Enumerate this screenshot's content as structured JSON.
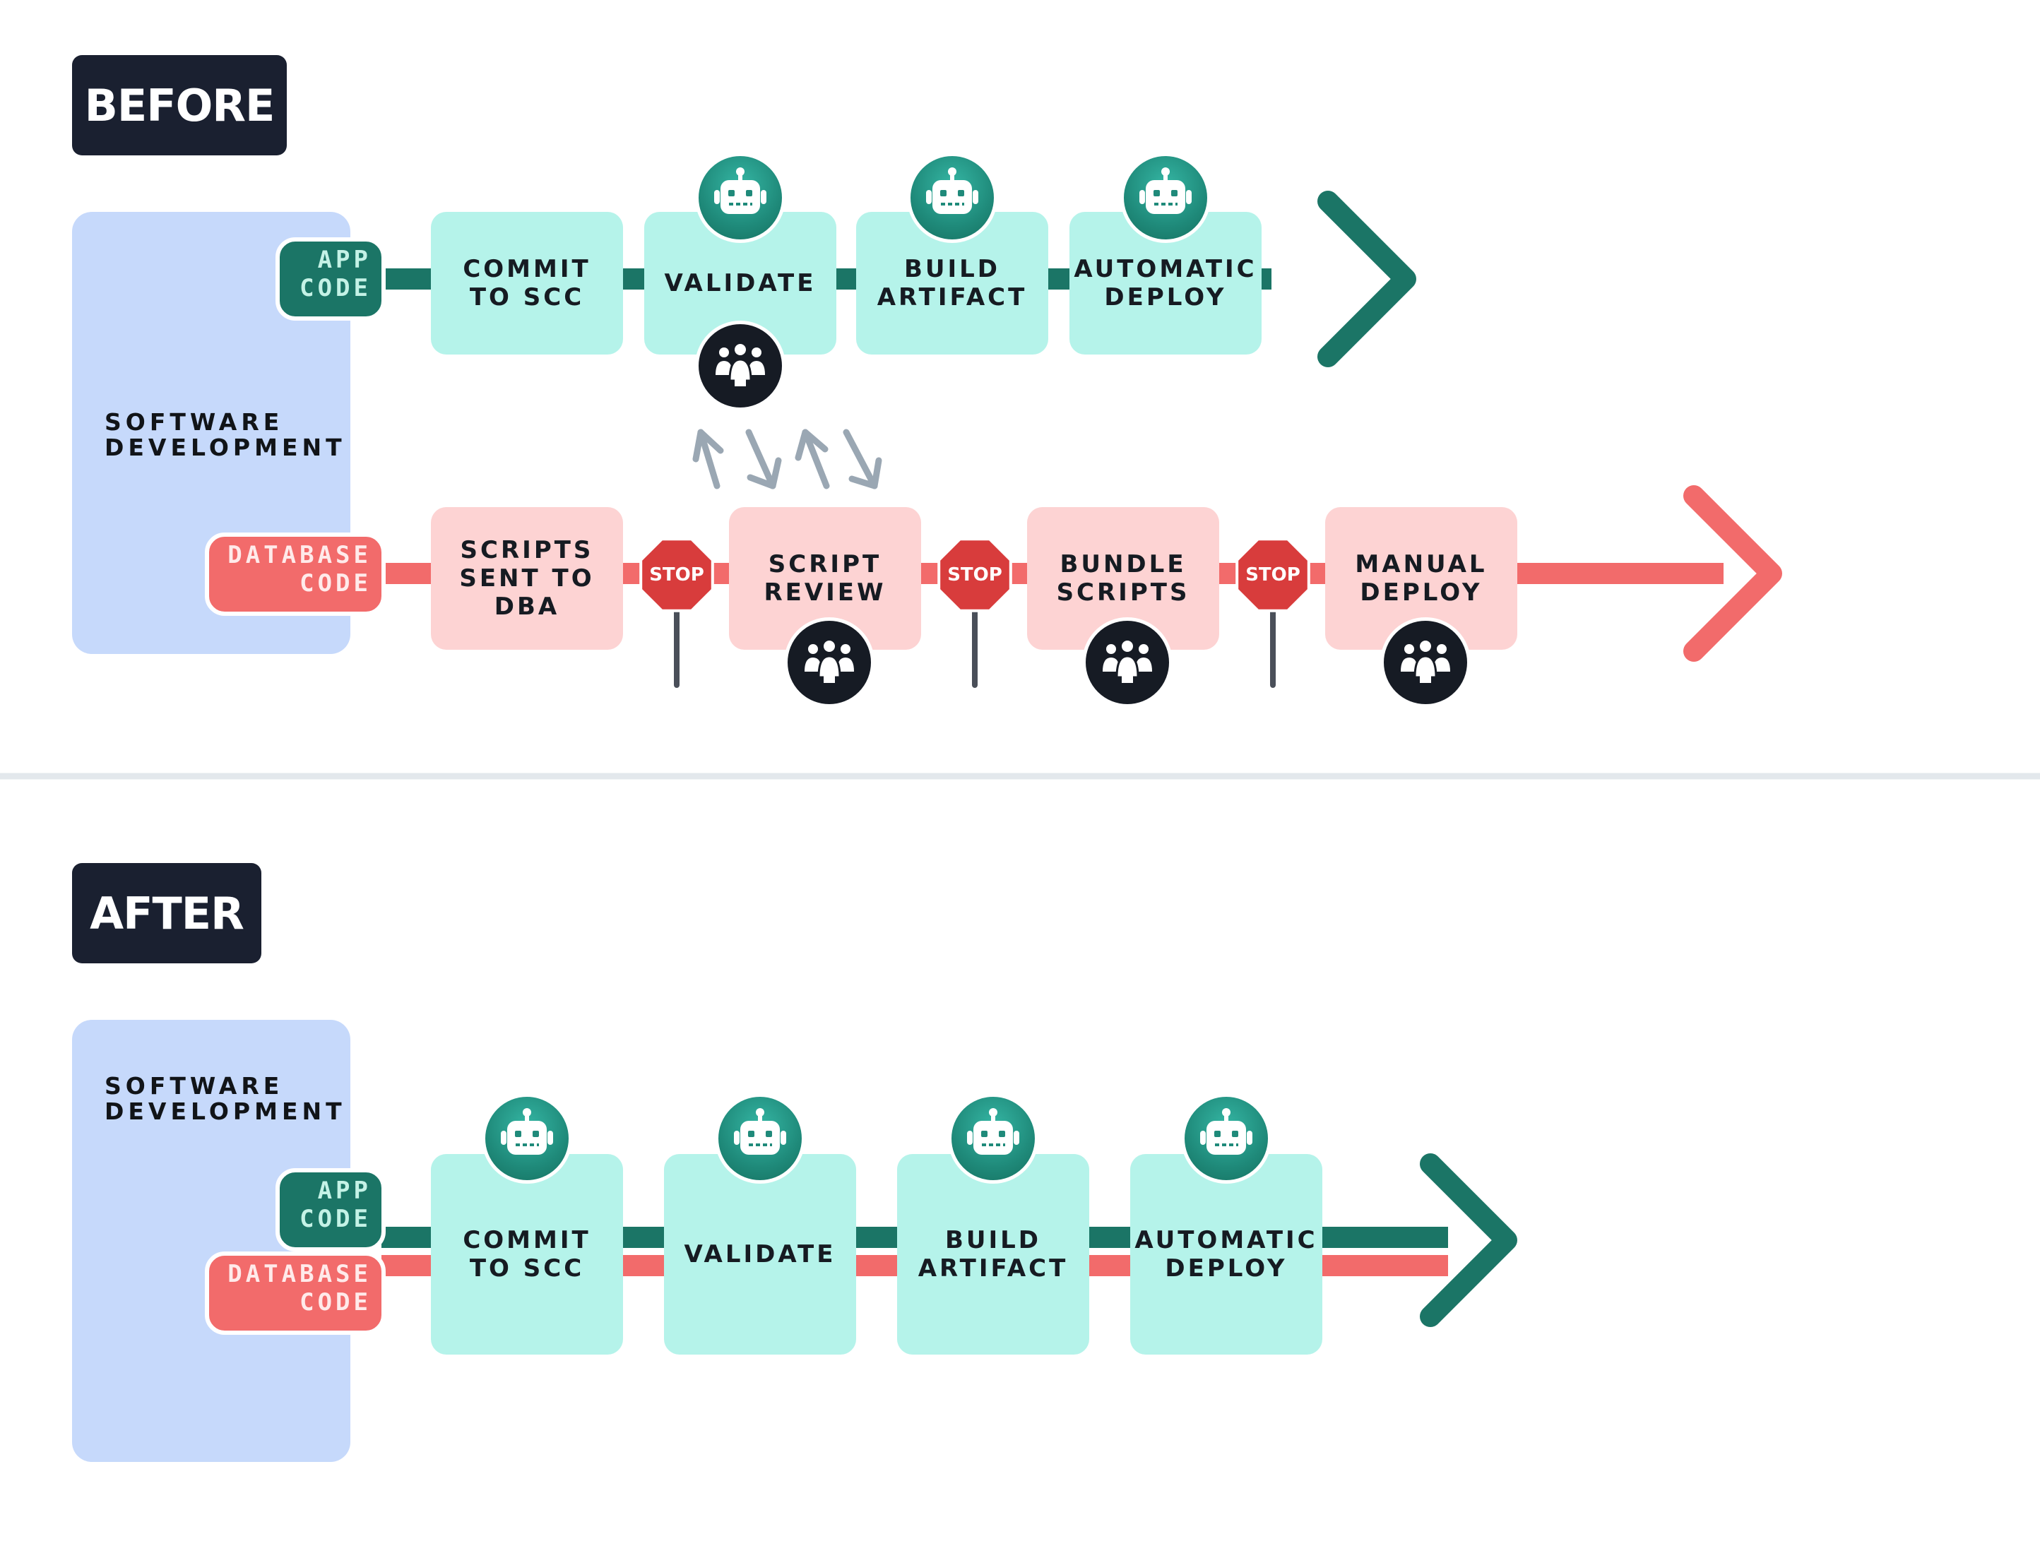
{
  "colors": {
    "app_teal": "#1b7566",
    "db_red": "#f26b6b",
    "step_teal": "#b5f3ea",
    "step_pink": "#fdd3d3",
    "panel_blue": "#c6d9fb",
    "heading_dark": "#1a2030",
    "stop_red": "#d83c3c",
    "handoff_gray": "#9aa7b3"
  },
  "before": {
    "heading": "BEFORE",
    "panel_label": "SOFTWARE\nDEVELOPMENT",
    "app_tag": "APP\nCODE",
    "db_tag": "DATABASE\nCODE",
    "app_steps": [
      {
        "label": "COMMIT\nTO SCC",
        "automated": false,
        "manual": false
      },
      {
        "label": "VALIDATE",
        "automated": true,
        "manual": true
      },
      {
        "label": "BUILD\nARTIFACT",
        "automated": true,
        "manual": false
      },
      {
        "label": "AUTOMATIC\nDEPLOY",
        "automated": true,
        "manual": false
      }
    ],
    "db_steps": [
      {
        "label": "SCRIPTS\nSENT TO\nDBA",
        "manual": false
      },
      {
        "label": "SCRIPT\nREVIEW",
        "manual": true
      },
      {
        "label": "BUNDLE\nSCRIPTS",
        "manual": true
      },
      {
        "label": "MANUAL\nDEPLOY",
        "manual": true
      }
    ],
    "stop_label": "STOP",
    "stop_count": 3
  },
  "after": {
    "heading": "AFTER",
    "panel_label": "SOFTWARE\nDEVELOPMENT",
    "app_tag": "APP\nCODE",
    "db_tag": "DATABASE\nCODE",
    "steps": [
      {
        "label": "COMMIT\nTO SCC",
        "automated": true
      },
      {
        "label": "VALIDATE",
        "automated": true
      },
      {
        "label": "BUILD\nARTIFACT",
        "automated": true
      },
      {
        "label": "AUTOMATIC\nDEPLOY",
        "automated": true
      }
    ]
  },
  "icons": {
    "automation": "robot-icon",
    "manual": "people-group-icon",
    "blocker": "stop-sign-icon",
    "handoff": "handoff-arrows-icon"
  }
}
